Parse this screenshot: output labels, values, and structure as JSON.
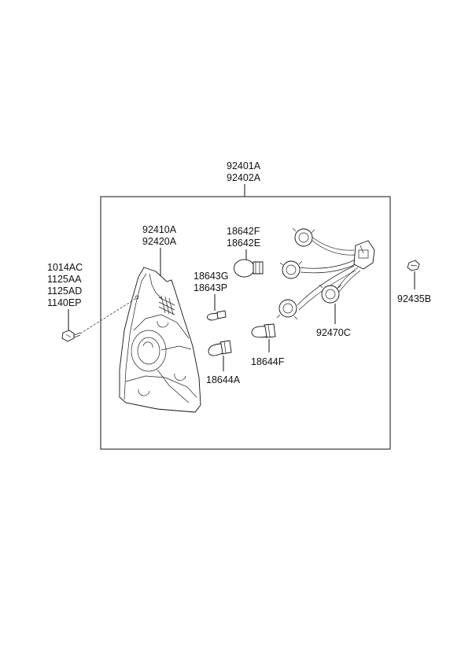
{
  "labels": {
    "assembly_a": "92401A",
    "assembly_b": "92402A",
    "lens_a": "92410A",
    "lens_b": "92420A",
    "bulb_top_a": "18642F",
    "bulb_top_b": "18642E",
    "bulb_small_a": "18643G",
    "bulb_small_b": "18643P",
    "bulb_lower": "18644A",
    "bulb_right": "18644F",
    "socket_harness": "92470C",
    "screw_a": "1014AC",
    "screw_b": "1125AA",
    "screw_c": "1125AD",
    "screw_d": "1140EP",
    "clip": "92435B"
  }
}
